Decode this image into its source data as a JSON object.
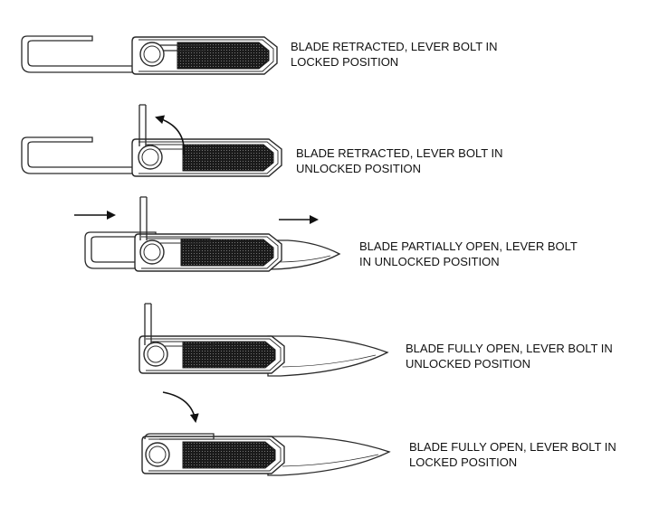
{
  "figure": {
    "stages": [
      {
        "caption": "BLADE RETRACTED, LEVER BOLT IN\nLOCKED POSITION"
      },
      {
        "caption": "BLADE RETRACTED, LEVER BOLT IN\nUNLOCKED POSITION"
      },
      {
        "caption": "BLADE PARTIALLY OPEN, LEVER BOLT\nIN UNLOCKED POSITION"
      },
      {
        "caption": "BLADE FULLY OPEN, LEVER BOLT IN\nUNLOCKED POSITION"
      },
      {
        "caption": "BLADE FULLY OPEN, LEVER BOLT IN\nLOCKED POSITION"
      }
    ],
    "colors": {
      "outline": "#2a2a2a",
      "grip_fill": "#1a1a1a",
      "grip_texture": "#8a8a8a",
      "blade_fill": "#ffffff",
      "arrow": "#111111"
    }
  }
}
